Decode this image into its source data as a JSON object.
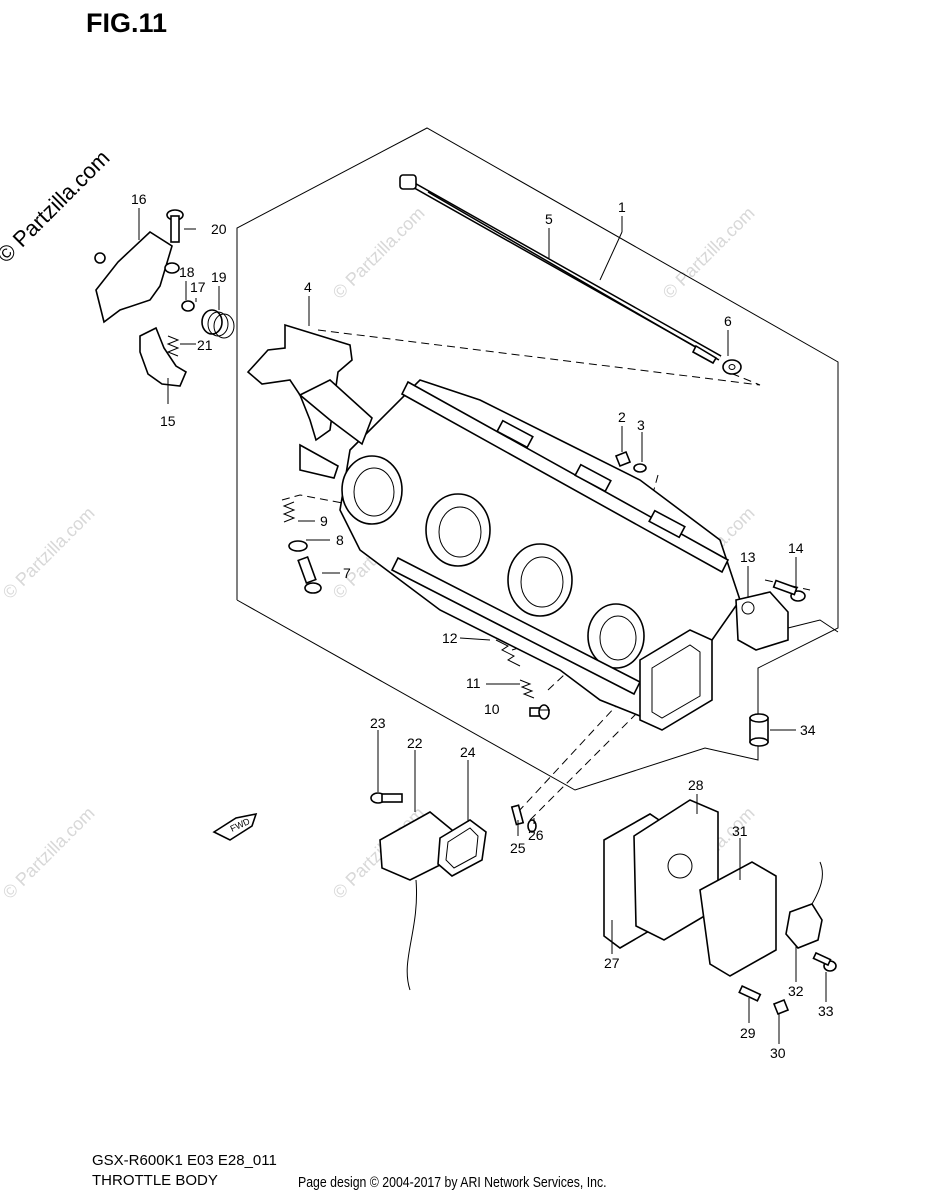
{
  "figure": {
    "title": "FIG.11",
    "model_code": "GSX-R600K1 E03 E28_011",
    "section": "THROTTLE BODY",
    "credit": "Page design © 2004-2017 by ARI Network Services, Inc.",
    "copyright_mark": "© Partzilla.com",
    "watermark": "© Partzilla.com",
    "fwd_arrow_text": "FWD"
  },
  "callouts": [
    "1",
    "2",
    "3",
    "4",
    "5",
    "6",
    "7",
    "8",
    "9",
    "10",
    "11",
    "12",
    "13",
    "14",
    "15",
    "16",
    "17",
    "18",
    "19",
    "20",
    "21",
    "22",
    "23",
    "24",
    "25",
    "26",
    "27",
    "28",
    "29",
    "30",
    "31",
    "32",
    "33",
    "34"
  ]
}
